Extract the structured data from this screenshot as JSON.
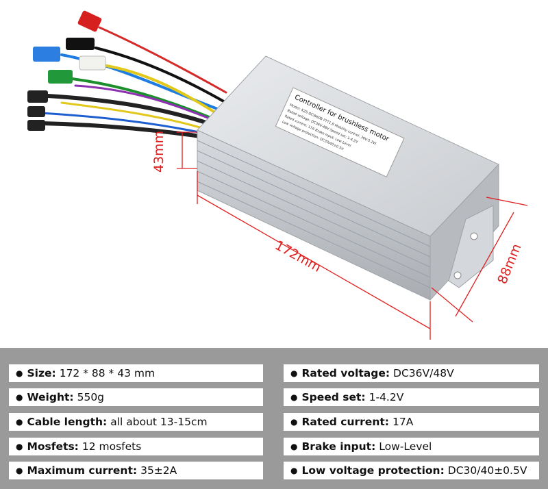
{
  "dimensions": {
    "height_label": "43mm",
    "length_label": "172mm",
    "width_label": "88mm",
    "line_color": "#e02020"
  },
  "product": {
    "sticker_title": "Controller for brushless motor",
    "sticker_lines": [
      "Model: KZS-DCW60B    FTT1.8  Mobility control:      36V-5.1W",
      "Rated voltage:  DC36V-48V       Speed set:      1-4.2V",
      "Rated current:  17A            Brake input: Low-Level",
      "Low voltage protection: DC30/40±0.5V"
    ]
  },
  "specs": {
    "left": [
      {
        "label": "Size:",
        "value": "172 * 88 * 43 mm"
      },
      {
        "label": "Weight:",
        "value": "550g"
      },
      {
        "label": "Cable length:",
        "value": "all about 13-15cm"
      },
      {
        "label": "Mosfets:",
        "value": "12 mosfets"
      },
      {
        "label": "Maximum current:",
        "value": "35±2A"
      }
    ],
    "right": [
      {
        "label": "Rated voltage:",
        "value": "DC36V/48V"
      },
      {
        "label": "Speed set:",
        "value": "1-4.2V"
      },
      {
        "label": "Rated current:",
        "value": "17A"
      },
      {
        "label": "Brake input:",
        "value": "Low-Level"
      },
      {
        "label": "Low voltage protection:",
        "value": "DC30/40±0.5V"
      }
    ]
  }
}
